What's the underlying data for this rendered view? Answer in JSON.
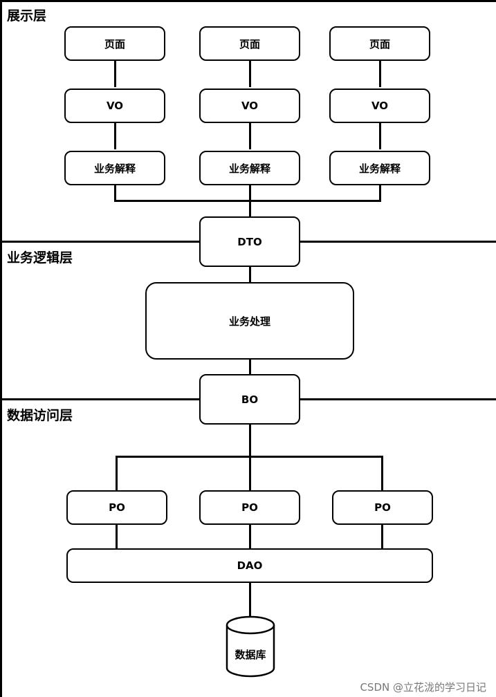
{
  "layers": {
    "presentation": "展示层",
    "business": "业务逻辑层",
    "data_access": "数据访问层"
  },
  "presentation": {
    "pages": [
      "页面",
      "页面",
      "页面"
    ],
    "vos": [
      "VO",
      "VO",
      "VO"
    ],
    "interpreters": [
      "业务解释",
      "业务解释",
      "业务解释"
    ]
  },
  "dto": "DTO",
  "business_process": "业务处理",
  "bo": "BO",
  "pos": [
    "PO",
    "PO",
    "PO"
  ],
  "dao": "DAO",
  "database": "数据库",
  "watermark": "CSDN @立花泷的学习日记"
}
